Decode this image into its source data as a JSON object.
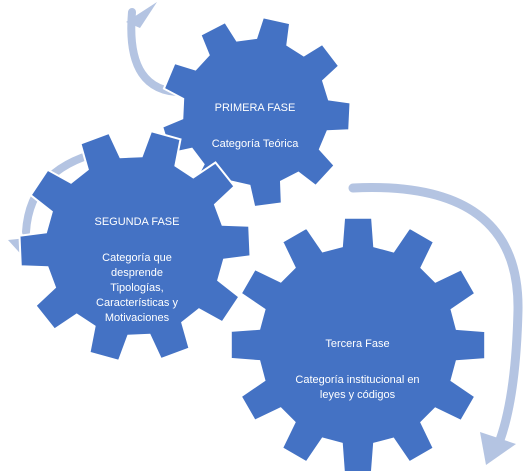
{
  "colors": {
    "gear_fill": "#4472C4",
    "gear_stroke": "#ffffff",
    "arrow": "#B4C4E2",
    "text": "#ffffff"
  },
  "gears": {
    "first": {
      "title": "PRIMERA FASE",
      "subtitle": "Categoría Teórica"
    },
    "second": {
      "title": "SEGUNDA FASE",
      "subtitle": "Categoría que\ndesprende\nTipologías,\nCaracterísticas y\nMotivaciones"
    },
    "third": {
      "title": "Tercera Fase",
      "subtitle": "Categoría institucional en\nleyes y códigos"
    }
  }
}
